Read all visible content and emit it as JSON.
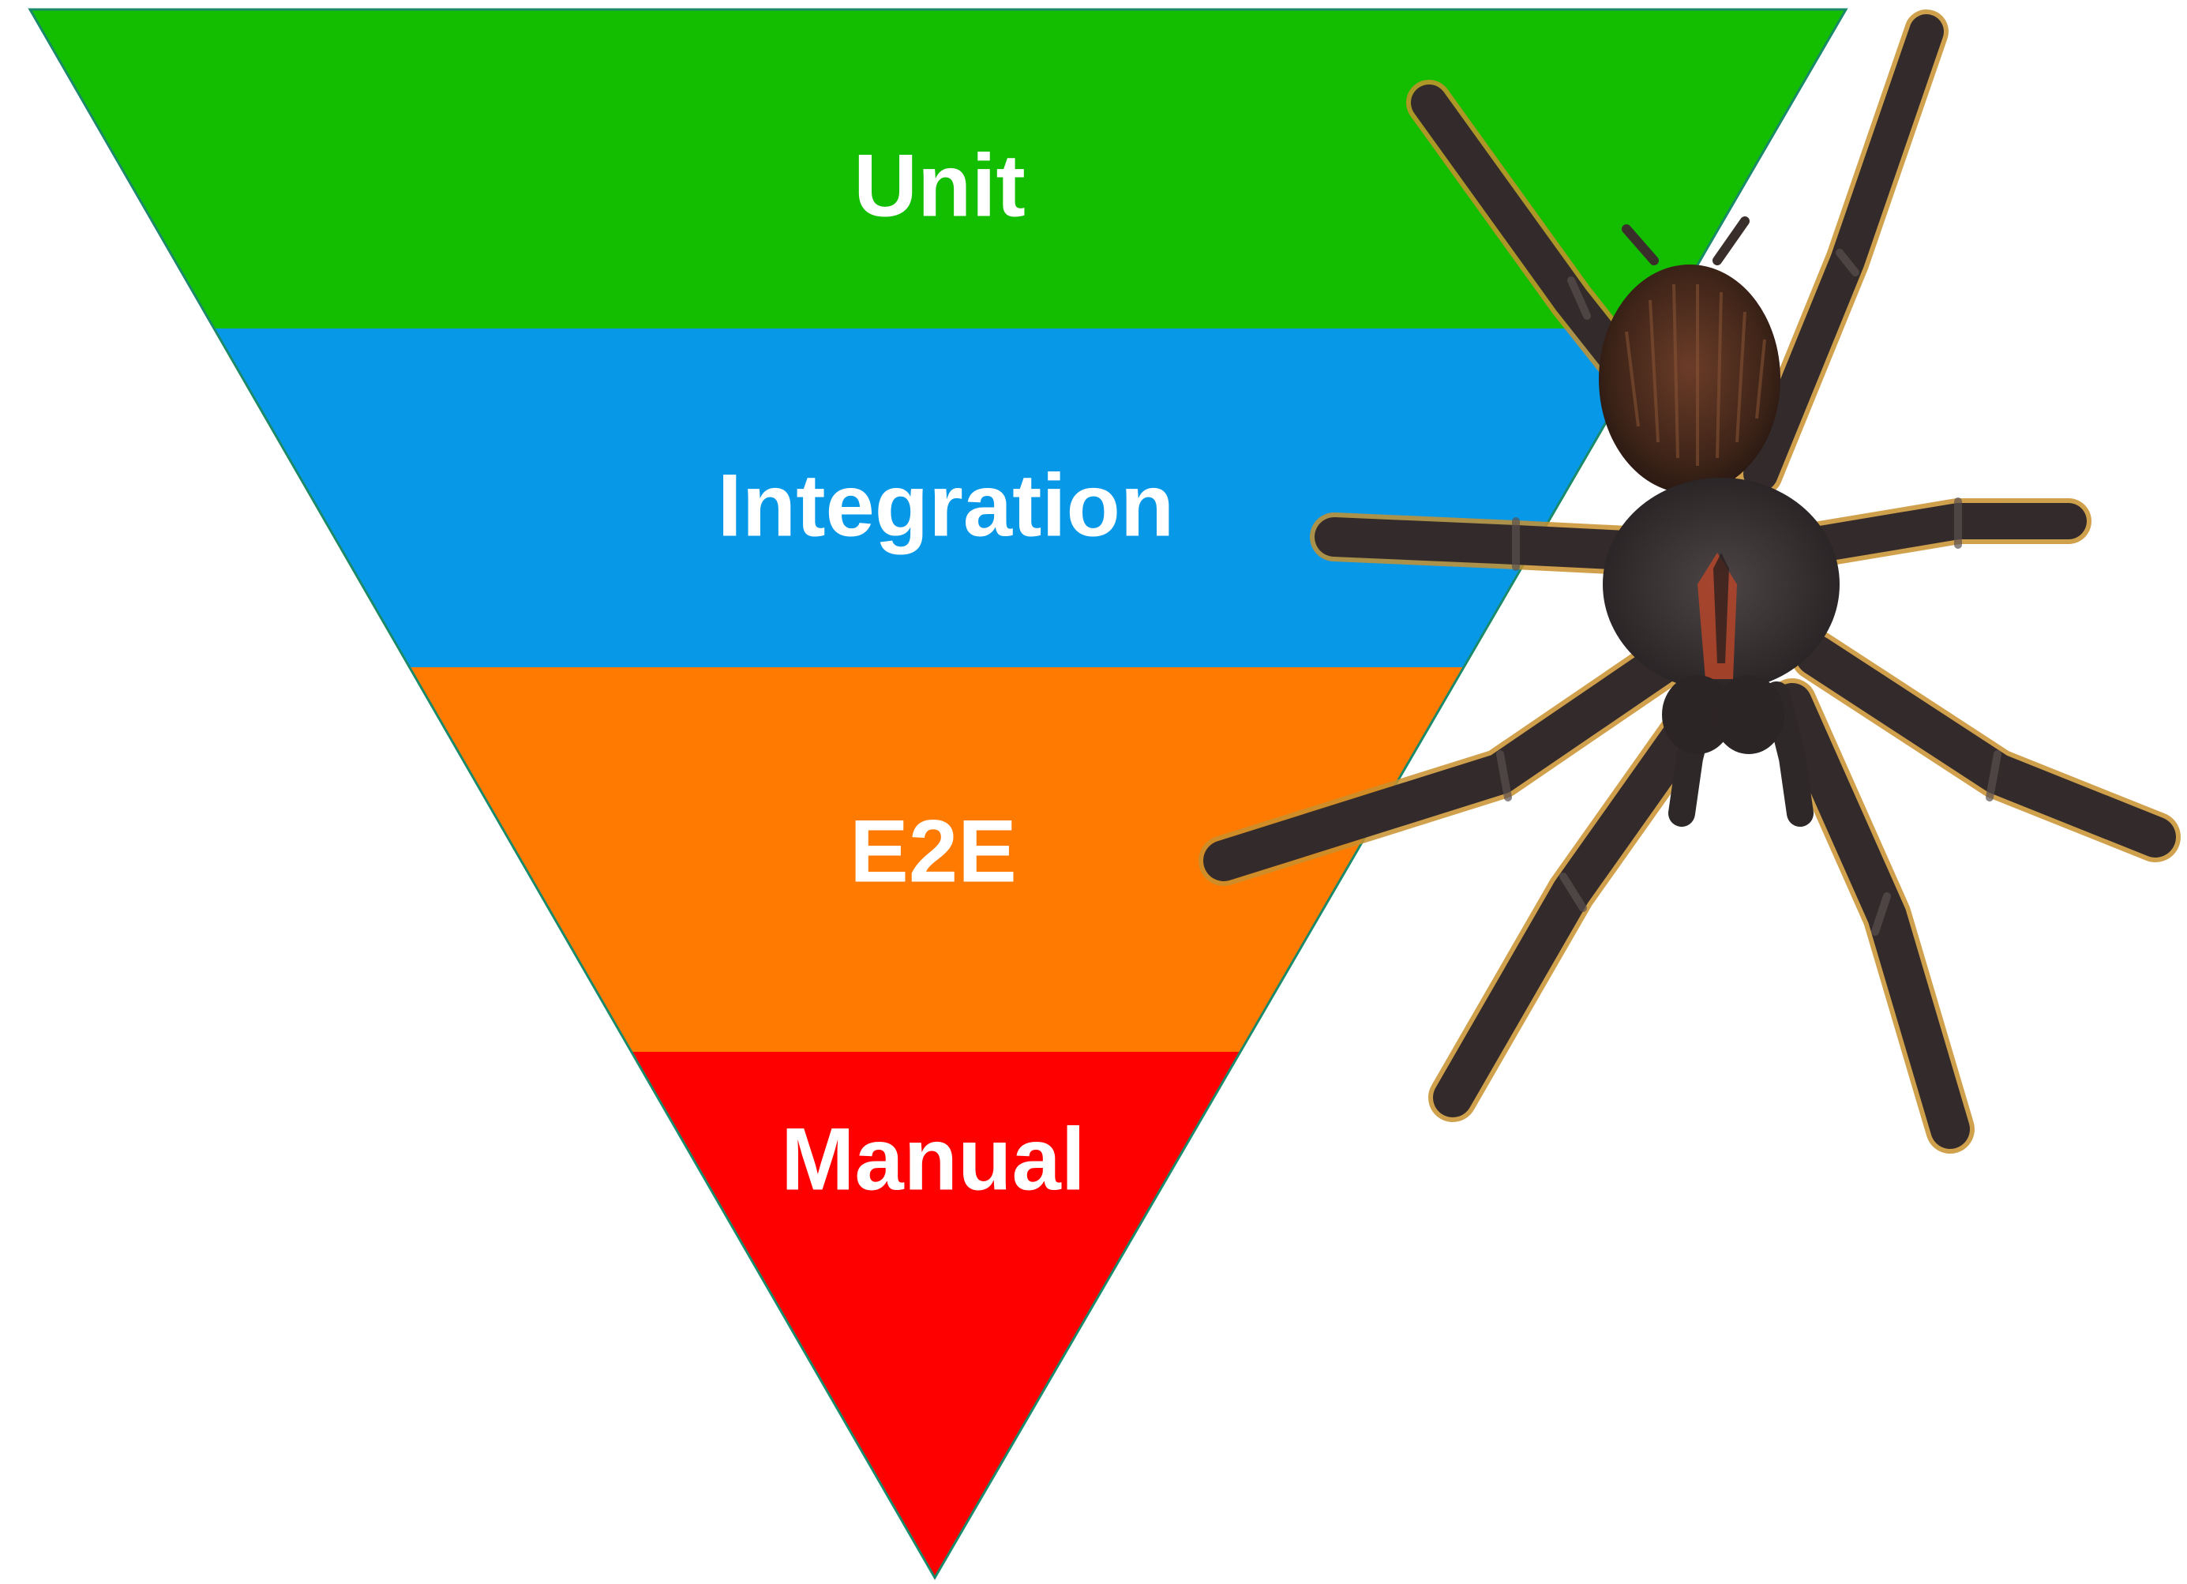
{
  "diagram": {
    "layers": [
      {
        "label": "Unit",
        "color": "#13bd00"
      },
      {
        "label": "Integration",
        "color": "#0898e8"
      },
      {
        "label": "E2E",
        "color": "#ff7a00"
      },
      {
        "label": "Manual",
        "color": "#ff0000"
      }
    ],
    "outline_color": "#1a8a6a",
    "illustration": {
      "icon": "tarantula-icon",
      "body_color": "#3a2e2a",
      "abdomen_color": "#4a2c20",
      "marking_color": "#b5452a",
      "fringe_color": "#c8902e"
    }
  }
}
